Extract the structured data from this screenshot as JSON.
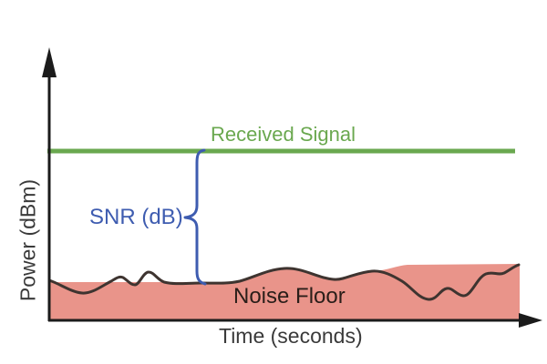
{
  "diagram": {
    "labels": {
      "received_signal": "Received Signal",
      "snr": "SNR (dB)",
      "noise_floor": "Noise Floor",
      "x_axis": "Time (seconds)",
      "y_axis": "Power (dBm)"
    },
    "colors": {
      "signal_green": "#6aa84f",
      "snr_blue": "#3e5cb0",
      "noise_fill": "#e9948a",
      "noise_stroke": "#3e3430",
      "axis_black": "#1b1b1b",
      "axis_label_dark": "#3a3a3a",
      "noise_text_dark": "#2a1e19",
      "background": "#ffffff"
    },
    "semantics": {
      "type": "concept-diagram",
      "depicts": "Signal-to-noise ratio: gap between constant received signal level and wavy noise floor along a power-vs-time plot",
      "signal_line_style": "solid horizontal",
      "snr_annotation_style": "left-facing curly brace between signal line and noise floor"
    }
  }
}
